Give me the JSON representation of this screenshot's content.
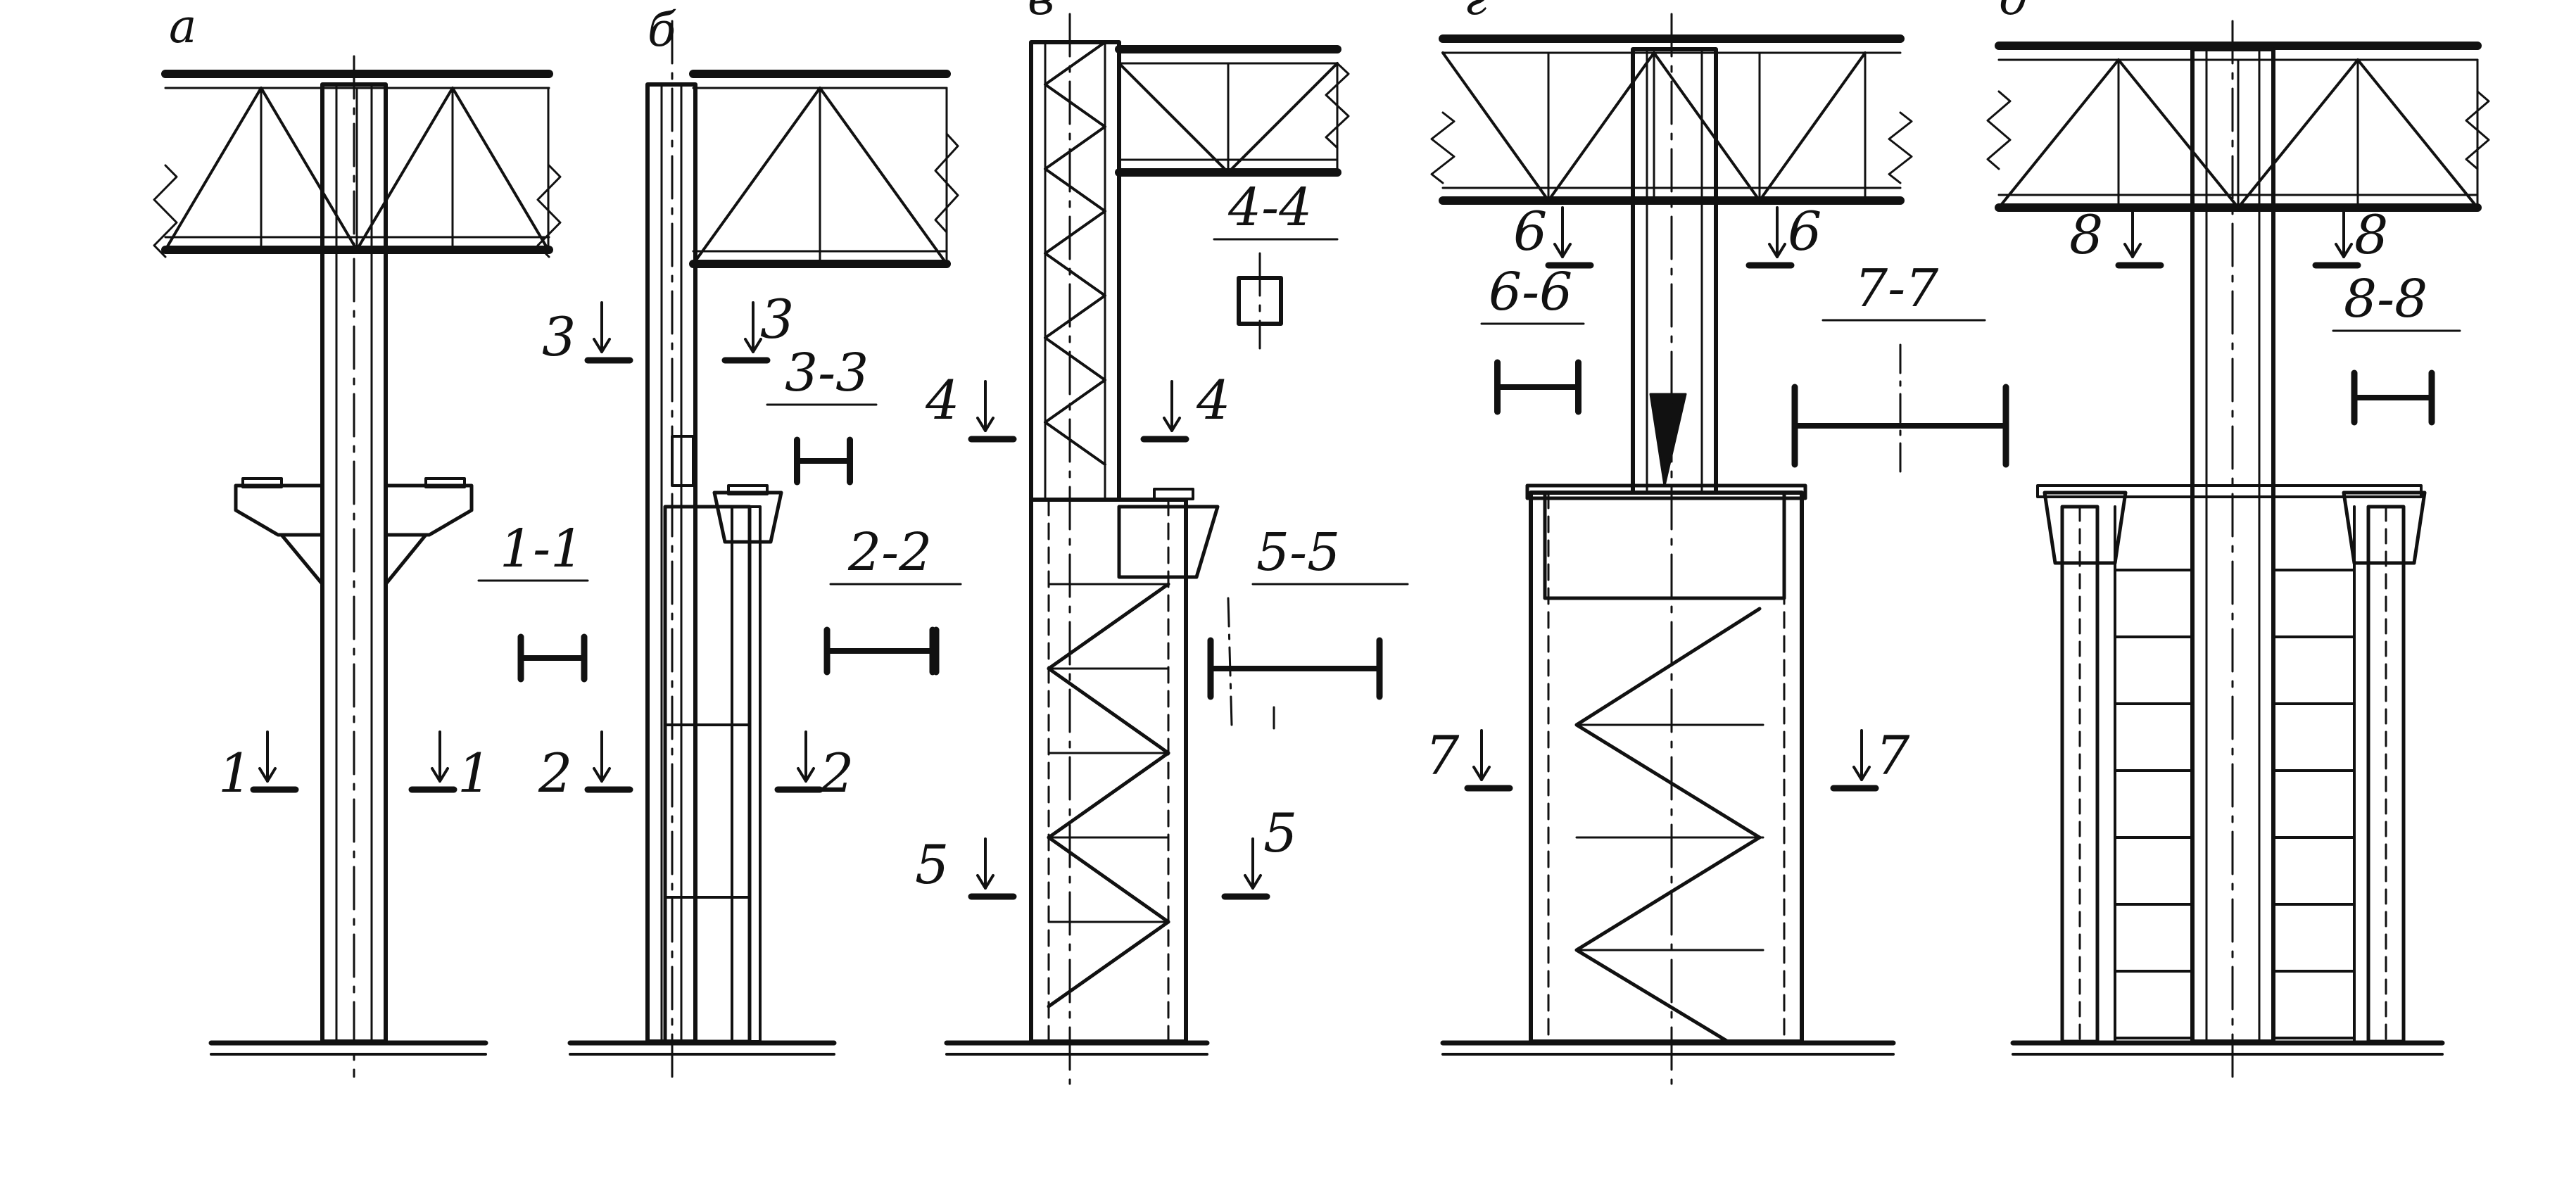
{
  "figure": {
    "background": "#ffffff",
    "ink": "#111111",
    "panel_labels": [
      "а",
      "б",
      "в",
      "г",
      "д"
    ],
    "cut_markers": [
      "1",
      "2",
      "3",
      "4",
      "5",
      "6",
      "7",
      "8"
    ],
    "section_titles": [
      "1-1",
      "2-2",
      "3-3",
      "4-4",
      "5-5",
      "6-6",
      "7-7",
      "8-8"
    ]
  }
}
